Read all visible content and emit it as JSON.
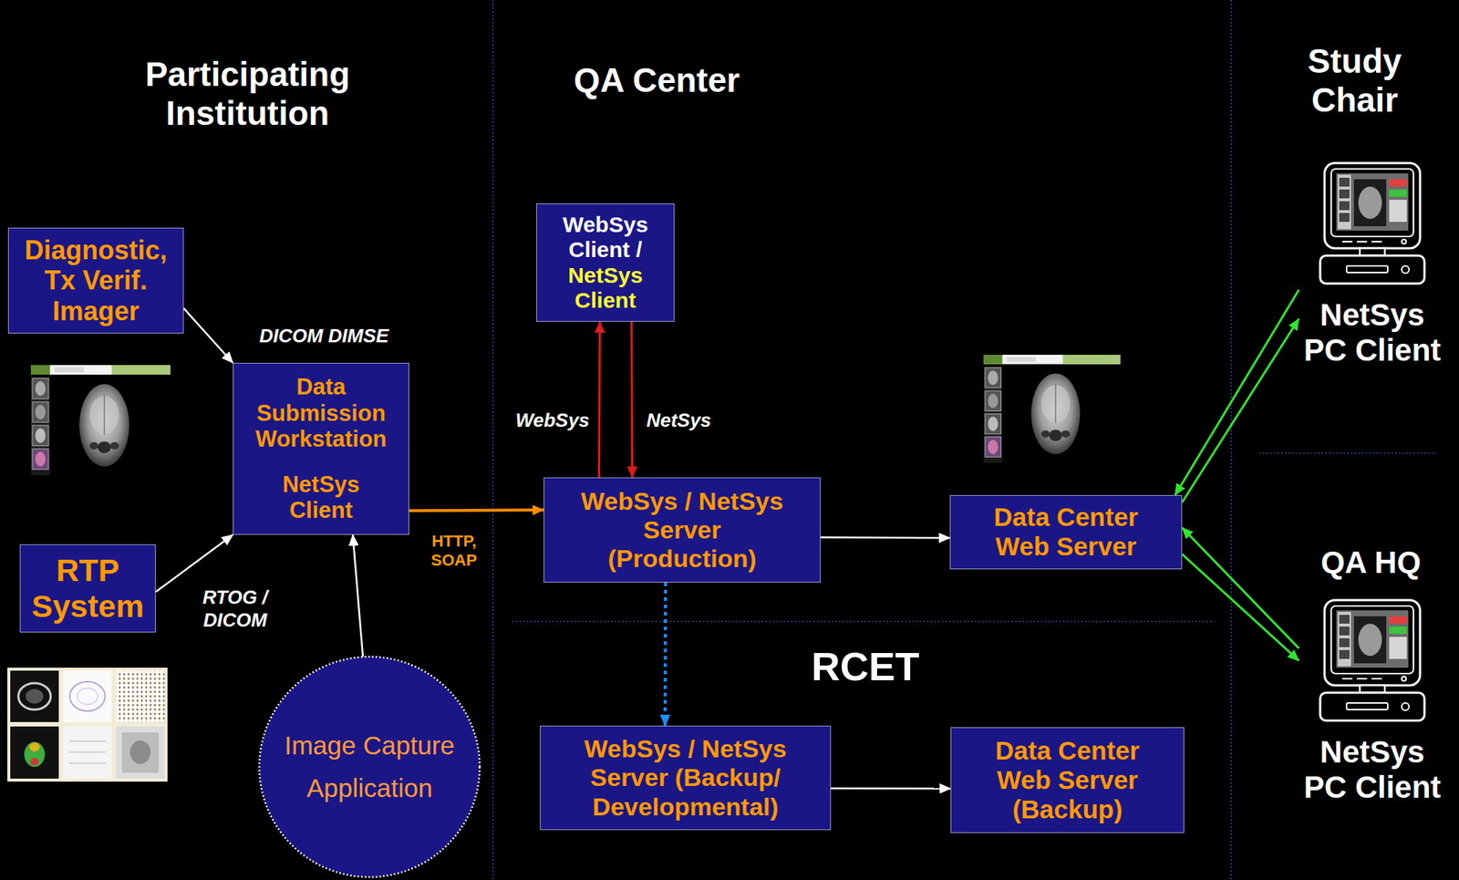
{
  "diagram": {
    "nodes": [
      {
        "text": [
          "Diagnostic, Tx Verif. Imager"
        ]
      },
      {
        "text": [
          "Data Submission Workstation",
          "NetSys Client"
        ]
      },
      {
        "text": [
          "RTP System"
        ]
      },
      {
        "text": [
          "Image Capture Application"
        ]
      },
      {
        "text": [
          "WebSys Client /",
          "NetSys Client"
        ]
      },
      {
        "text": [
          "WebSys / NetSys Server (Production)"
        ]
      },
      {
        "text": [
          "Data Center Web Server"
        ]
      },
      {
        "text": [
          "WebSys / NetSys Server (Backup/ Developmental)"
        ]
      },
      {
        "text": [
          "Data Center Web Server (Backup)"
        ]
      },
      {
        "text": [
          "NetSys PC Client"
        ]
      },
      {
        "text": [
          "NetSys PC Client"
        ]
      }
    ],
    "edges": [
      {
        "from": 0,
        "to": 1,
        "label": "DICOM DIMSE",
        "arrow": "to"
      },
      {
        "from": 2,
        "to": 1,
        "label": "RTOG / DICOM",
        "arrow": "to"
      },
      {
        "from": 3,
        "to": 1,
        "arrow": "to"
      },
      {
        "from": 1,
        "to": 5,
        "label": "HTTP, SOAP",
        "arrow": "to"
      },
      {
        "from": 5,
        "to": 4,
        "label": "WebSys",
        "arrow": "to"
      },
      {
        "from": 4,
        "to": 5,
        "label": "NetSys",
        "arrow": "to"
      },
      {
        "from": 5,
        "to": 6,
        "arrow": "to"
      },
      {
        "from": 5,
        "to": 7,
        "arrow": "to"
      },
      {
        "from": 7,
        "to": 8,
        "arrow": "to"
      },
      {
        "from": 9,
        "to": 6,
        "arrow": "to"
      },
      {
        "from": 6,
        "to": 9,
        "arrow": "to"
      },
      {
        "from": 10,
        "to": 6,
        "arrow": "to"
      },
      {
        "from": 6,
        "to": 10,
        "arrow": "to"
      }
    ],
    "labels": [
      "Participating Institution",
      "QA Center",
      "Study Chair",
      "RCET",
      "QA HQ"
    ]
  }
}
